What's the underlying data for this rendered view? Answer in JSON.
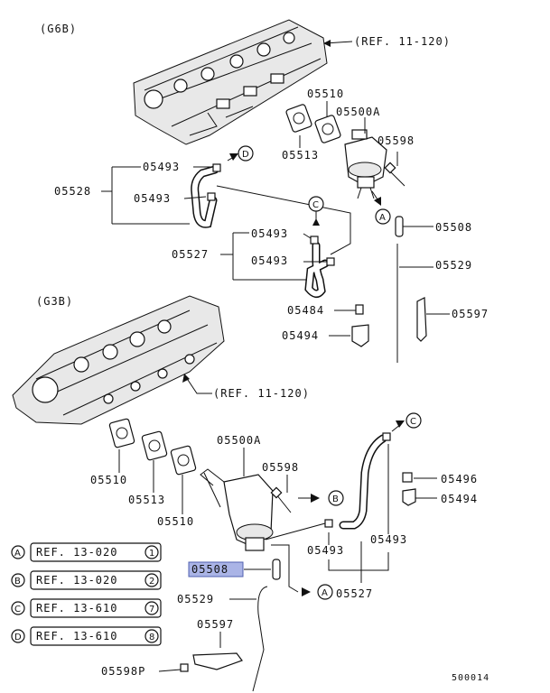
{
  "section_g6b": "(G6B)",
  "section_g3b": "(G3B)",
  "ref_g6b_head": "(REF. 11-120)",
  "ref_g3b_head": "(REF. 11-120)",
  "upper_parts": {
    "p05510": "05510",
    "p05500a": "05500A",
    "p05513": "05513",
    "p05598": "05598",
    "p05493_a": "05493",
    "p05493_b": "05493",
    "p05528": "05528",
    "p05493_c": "05493",
    "p05493_d": "05493",
    "p05527": "05527",
    "p05508": "05508",
    "p05529": "05529",
    "p05597": "05597",
    "p05484": "05484",
    "p05494": "05494"
  },
  "lower_parts": {
    "p05500a": "05500A",
    "p05598": "05598",
    "p05510_a": "05510",
    "p05513": "05513",
    "p05510_b": "05510",
    "p05496": "05496",
    "p05494": "05494",
    "p05493_a": "05493",
    "p05493_b": "05493",
    "p05527": "05527",
    "p05508": "05508",
    "p05529": "05529",
    "p05597": "05597",
    "p05598p": "05598P"
  },
  "callouts": {
    "a": "A",
    "b": "B",
    "c": "C",
    "d": "D"
  },
  "legend": [
    {
      "letter": "A",
      "ref": "REF. 13-020",
      "num": "1"
    },
    {
      "letter": "B",
      "ref": "REF. 13-020",
      "num": "2"
    },
    {
      "letter": "C",
      "ref": "REF. 13-610",
      "num": "7"
    },
    {
      "letter": "D",
      "ref": "REF. 13-610",
      "num": "8"
    }
  ],
  "highlight_color": "#aab4e6",
  "figure_number": "500014"
}
